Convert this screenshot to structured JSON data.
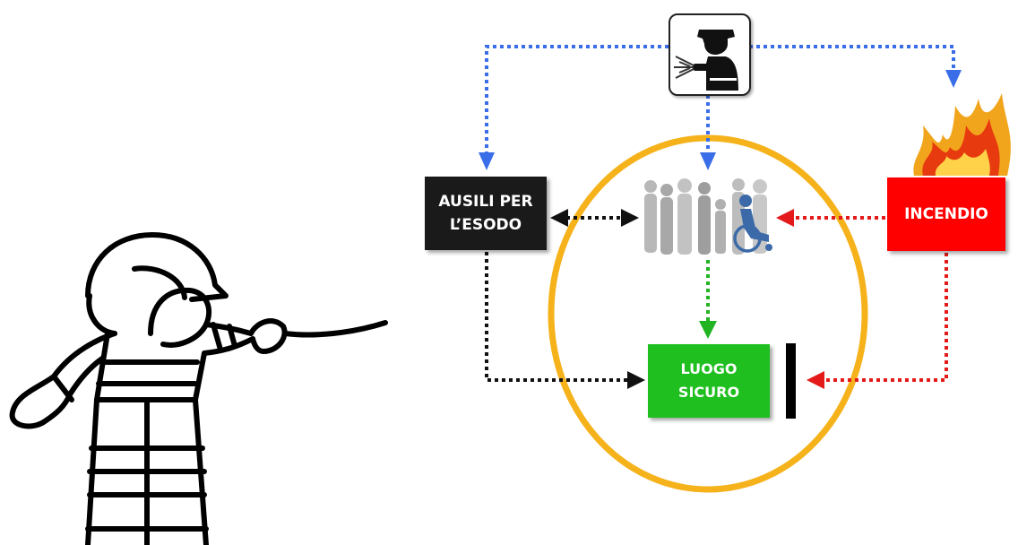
{
  "nodes": {
    "ausili": "AUSILI PER\nL’ESODO",
    "incendio": "INCENDIO",
    "luogo_sicuro": "LUOGO\nSICURO"
  },
  "icons": {
    "firefighter_card": "firefighter-with-extinguisher-icon",
    "people_group": "people-group-wheelchair-icon",
    "fire": "fire-flames-icon",
    "cartoon": "cartoon-firefighter-pointing"
  },
  "colors": {
    "blue_arrows": "#3a6ee8",
    "red_arrows": "#e41a1a",
    "black_arrows": "#111111",
    "green_arrows": "#22b322",
    "ellipse": "#f5b21b",
    "incendio_box": "#ff0000",
    "luogo_box": "#1fbf1f",
    "ausili_box": "#1a1a1a"
  }
}
